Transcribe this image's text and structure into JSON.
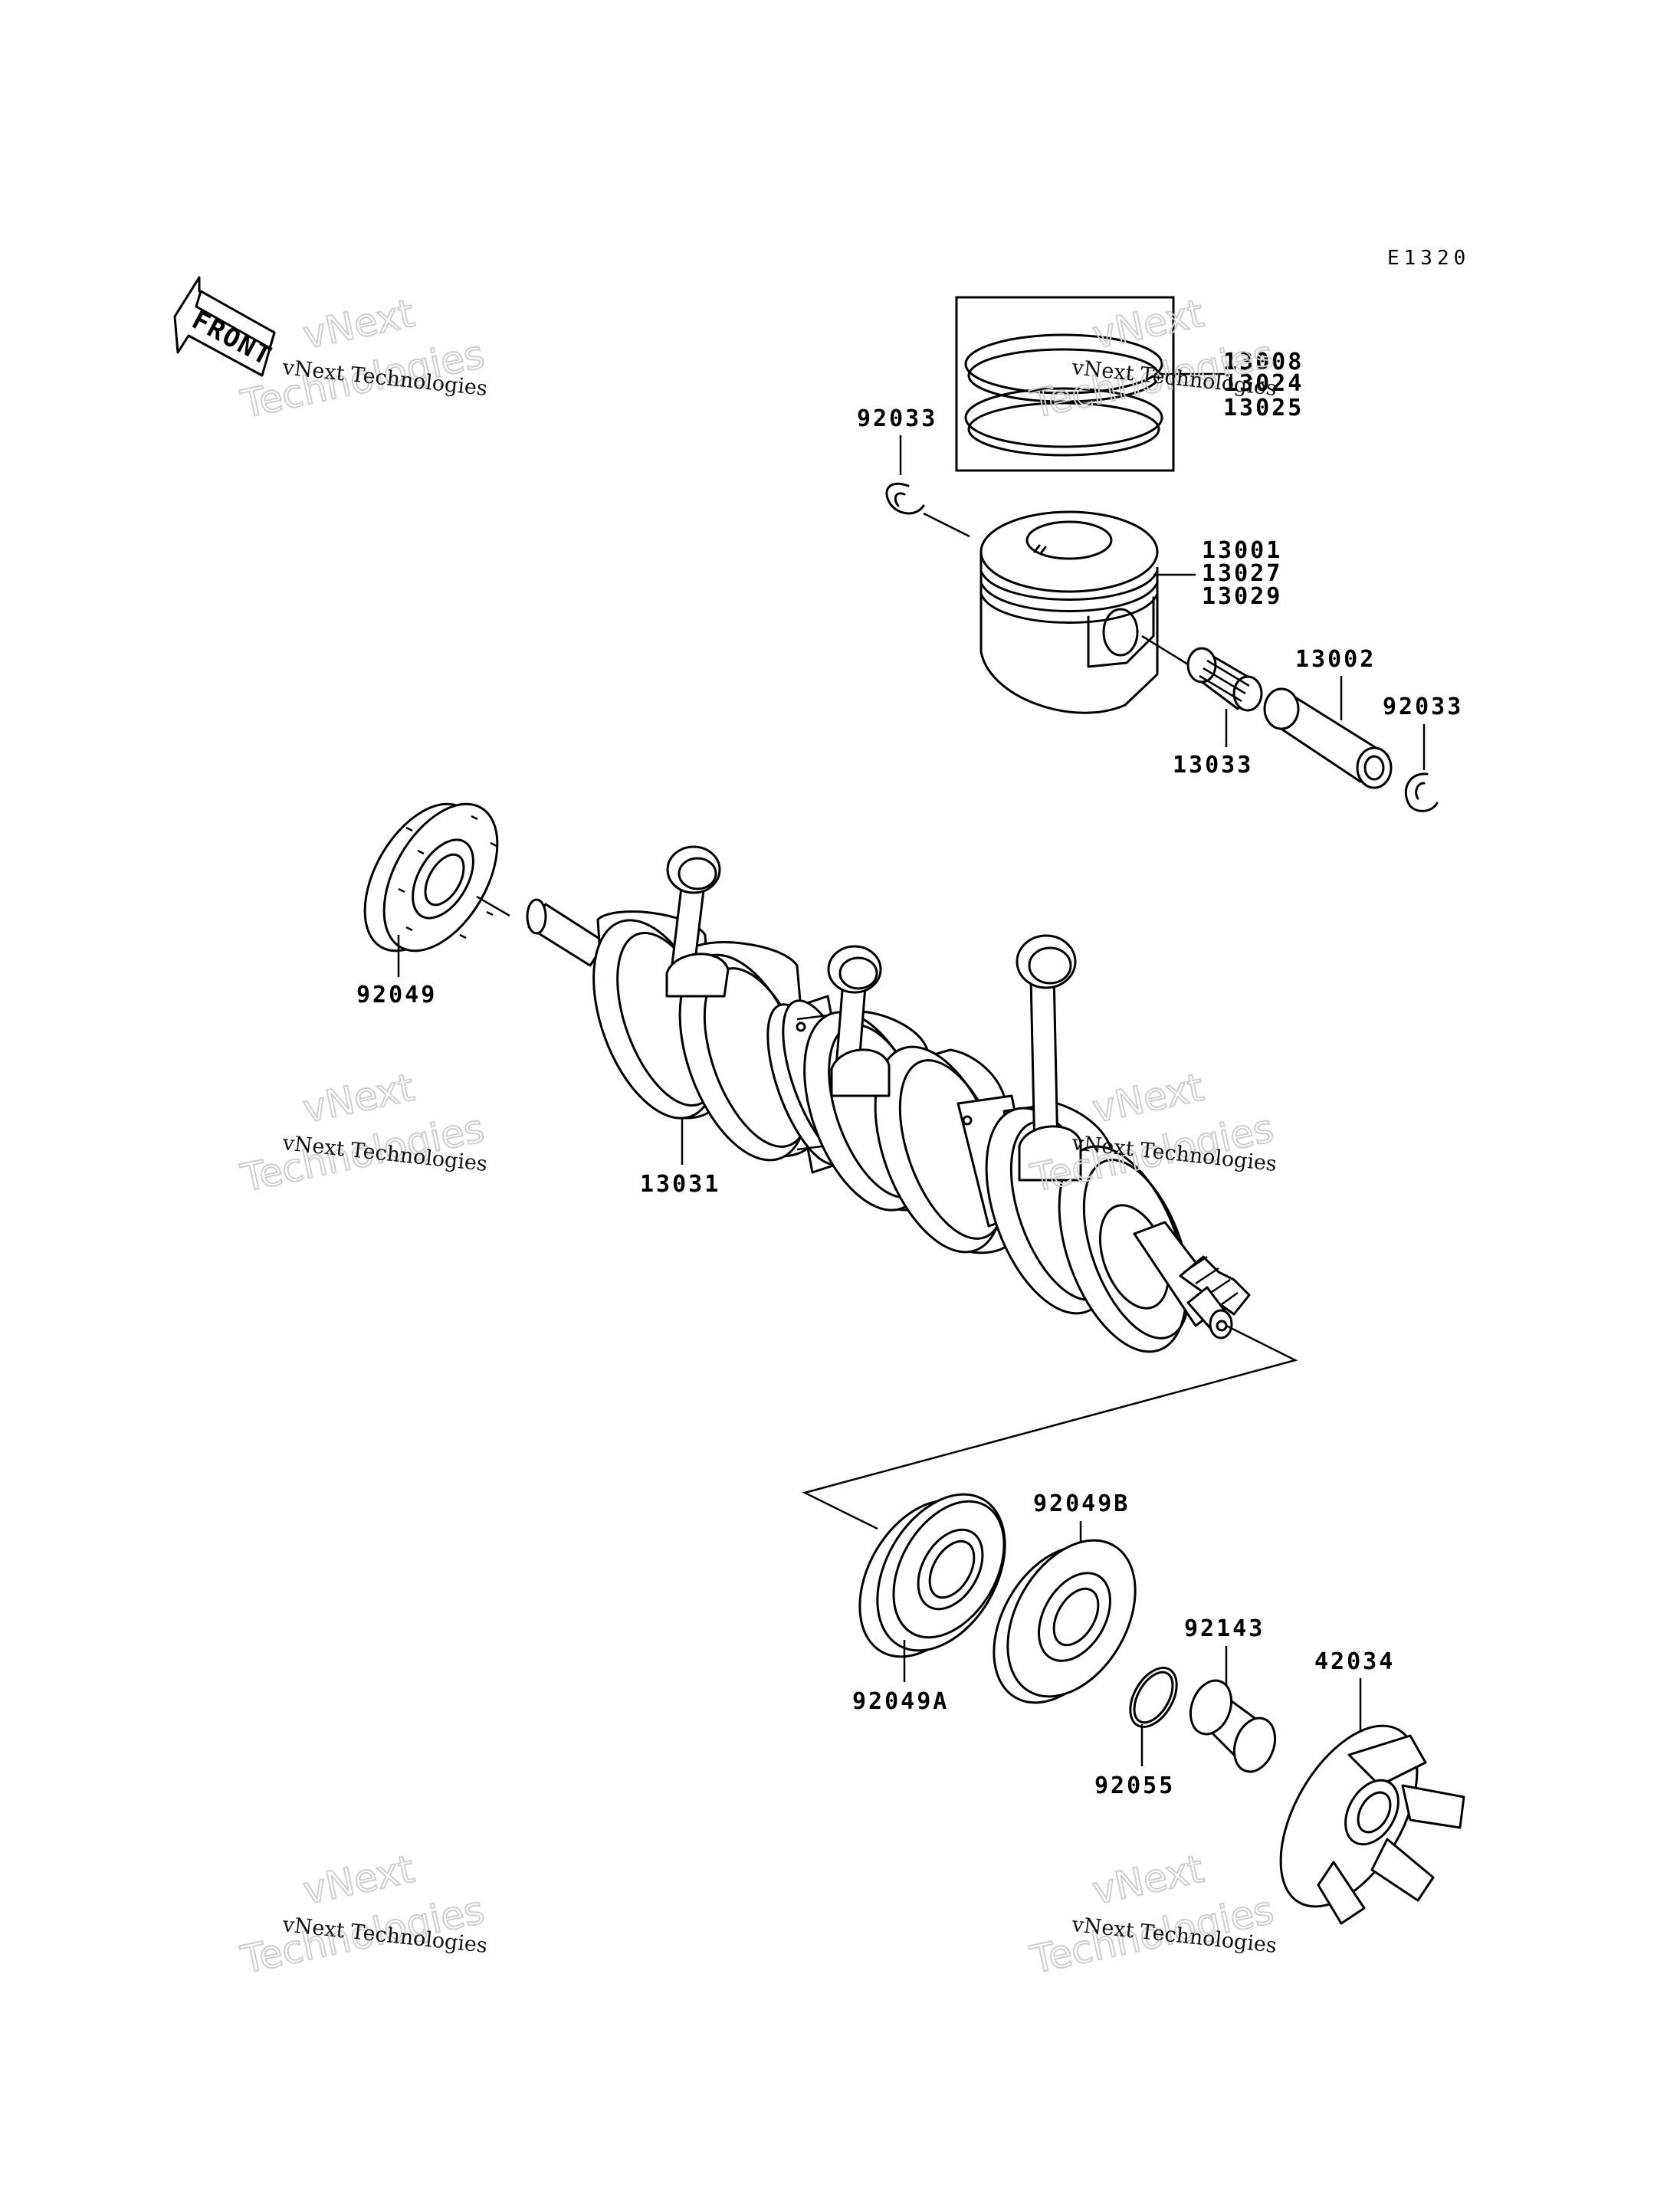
{
  "diagram_code": "E1320",
  "front_label": "FRONT",
  "watermark": {
    "line1": "vNext Technologies",
    "line2a": "vNext",
    "line2b": "Technologies"
  },
  "labels": {
    "ring1": "13008",
    "ring2": "13024",
    "ring3": "13025",
    "clip_top": "92033",
    "piston1": "13001",
    "piston2": "13027",
    "piston3": "13029",
    "pin": "13002",
    "clip_right": "92033",
    "needle_bearing": "13033",
    "oil_seal_left": "92049",
    "crankshaft": "13031",
    "seal_b": "92049B",
    "seal_a": "92049A",
    "collar": "92143",
    "o_ring": "92055",
    "coupling": "42034"
  }
}
